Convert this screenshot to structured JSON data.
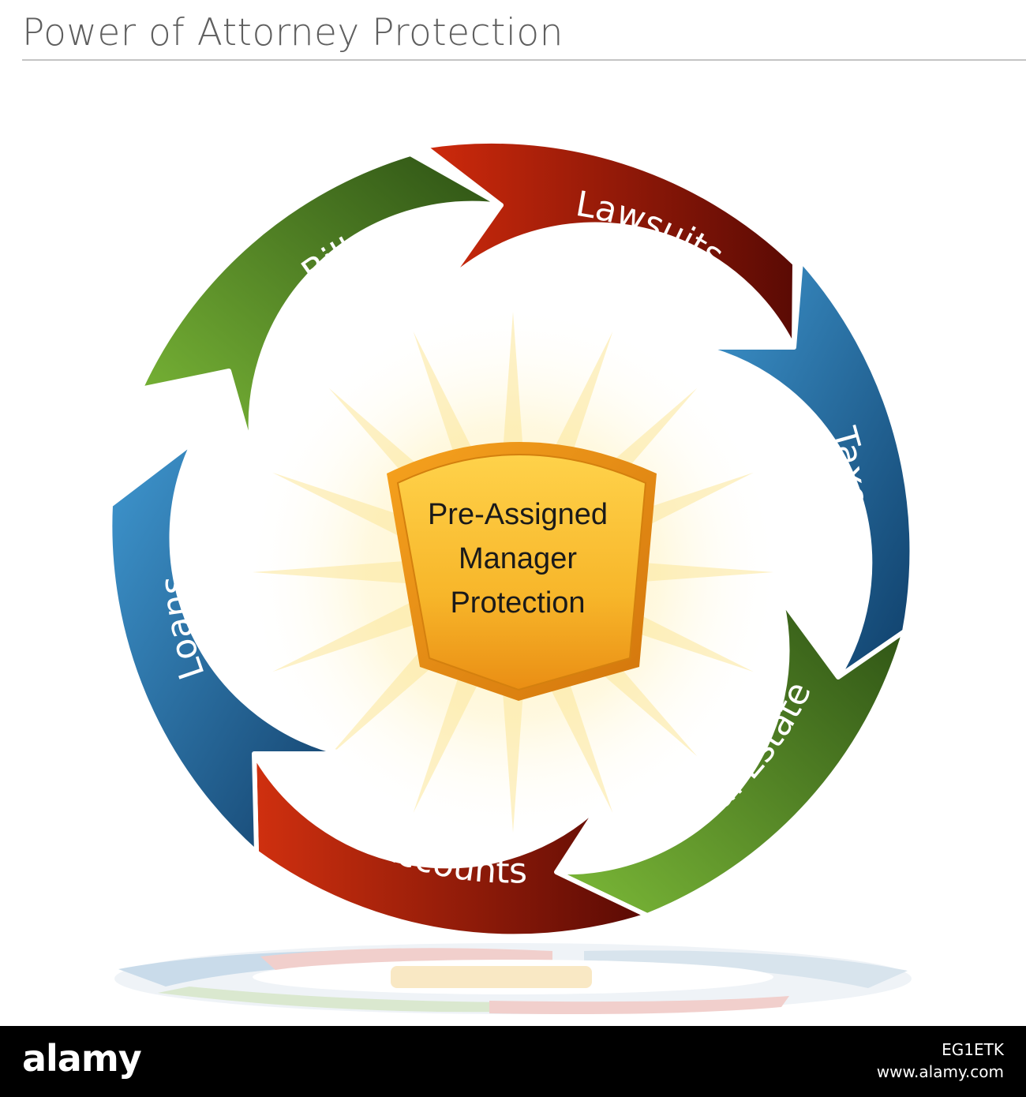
{
  "header": {
    "title": "Power of Attorney Protection"
  },
  "diagram": {
    "segments": [
      {
        "label": "Lawsuits",
        "color": "#b01e0e"
      },
      {
        "label": "Taxes",
        "color": "#2f77a8"
      },
      {
        "label": "Real Estate",
        "color": "#4f8b2a"
      },
      {
        "label": "Bank Accounts",
        "color": "#b01e0e"
      },
      {
        "label": "Loans",
        "color": "#2f77a8"
      },
      {
        "label": "Bills",
        "color": "#4f8b2a"
      }
    ],
    "center": {
      "line1": "Pre-Assigned",
      "line2": "Manager",
      "line3": "Protection",
      "shield_color": "#f2a21c"
    }
  },
  "footer": {
    "logo": "alamy",
    "image_id": "EG1ETK",
    "url": "www.alamy.com"
  }
}
